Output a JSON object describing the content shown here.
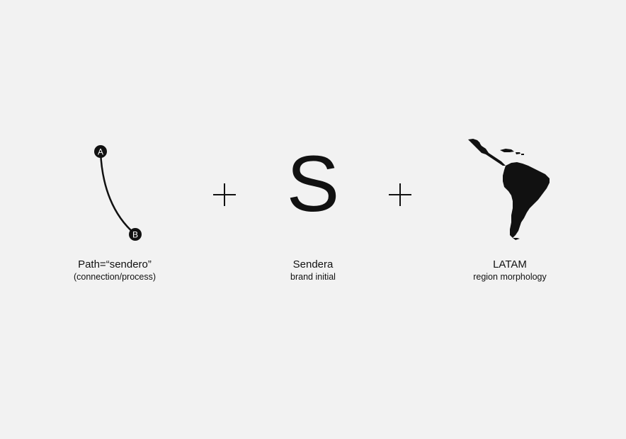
{
  "path_block": {
    "label": "Path=“sendero”",
    "sublabel": "(connection/process)",
    "node_a": "A",
    "node_b": "B"
  },
  "brand_block": {
    "glyph": "S",
    "label": "Sendera",
    "sublabel": "brand initial"
  },
  "region_block": {
    "label": "LATAM",
    "sublabel": "region morphology"
  },
  "icons": {
    "operator": "plus-icon",
    "region": "latin-america-map-icon"
  },
  "colors": {
    "background": "#f2f2f2",
    "ink": "#111111",
    "node_text": "#ffffff"
  }
}
